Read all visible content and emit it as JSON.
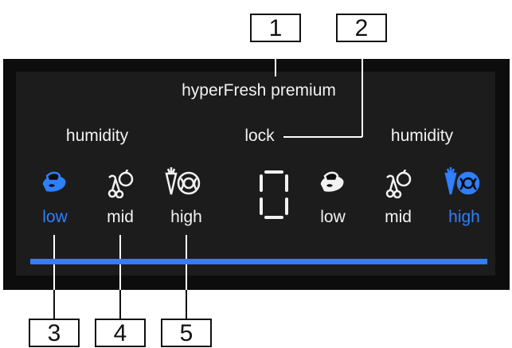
{
  "title": "hyperFresh premium",
  "left": {
    "heading": "humidity",
    "levels": [
      "low",
      "mid",
      "high"
    ],
    "active_level": "low"
  },
  "center": {
    "lock_label": "lock",
    "display_digit": "0"
  },
  "right": {
    "heading": "humidity",
    "levels": [
      "low",
      "mid",
      "high"
    ],
    "active_level": "high"
  },
  "callouts": [
    "1",
    "2",
    "3",
    "4",
    "5"
  ],
  "colors": {
    "panel": "#0d0d0d",
    "text": "#f2f2f2",
    "active": "#2f7fff",
    "bar": "#2f7fff"
  },
  "icons": {
    "low": "fish-meat-icon",
    "mid": "fruit-icon",
    "high": "vegetable-icon"
  }
}
